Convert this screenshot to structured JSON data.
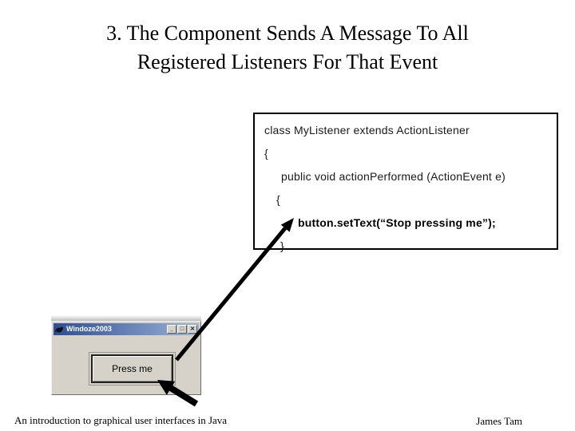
{
  "title": {
    "line1": "3. The Component Sends A Message To All",
    "line2": "Registered Listeners For That Event"
  },
  "code_box": {
    "lines": [
      {
        "text": "class MyListener extends ActionListener"
      },
      {
        "text": "{"
      },
      {
        "text": "public void actionPerformed (ActionEvent e)"
      },
      {
        "text": "{"
      },
      {
        "text": "button.setText(“Stop pressing me”);"
      },
      {
        "text": "}"
      }
    ]
  },
  "window": {
    "title": "Windoze2003",
    "icon": "mouse-icon",
    "controls": {
      "minimize": "_",
      "maximize": "□",
      "close": "✕"
    },
    "press_button_label": "Press me"
  },
  "arrows": {
    "long_arrow": "code-to-button-arrow",
    "short_arrow": "pointer-at-press-me-button"
  },
  "footer": {
    "left": "An introduction to graphical user interfaces in Java",
    "right": "James Tam"
  },
  "colors": {
    "titlebar_left": "#2f4d94",
    "titlebar_right": "#9ab4d8",
    "window_face": "#d6d2c9",
    "arrow": "#000000",
    "title_text": "#000000"
  }
}
